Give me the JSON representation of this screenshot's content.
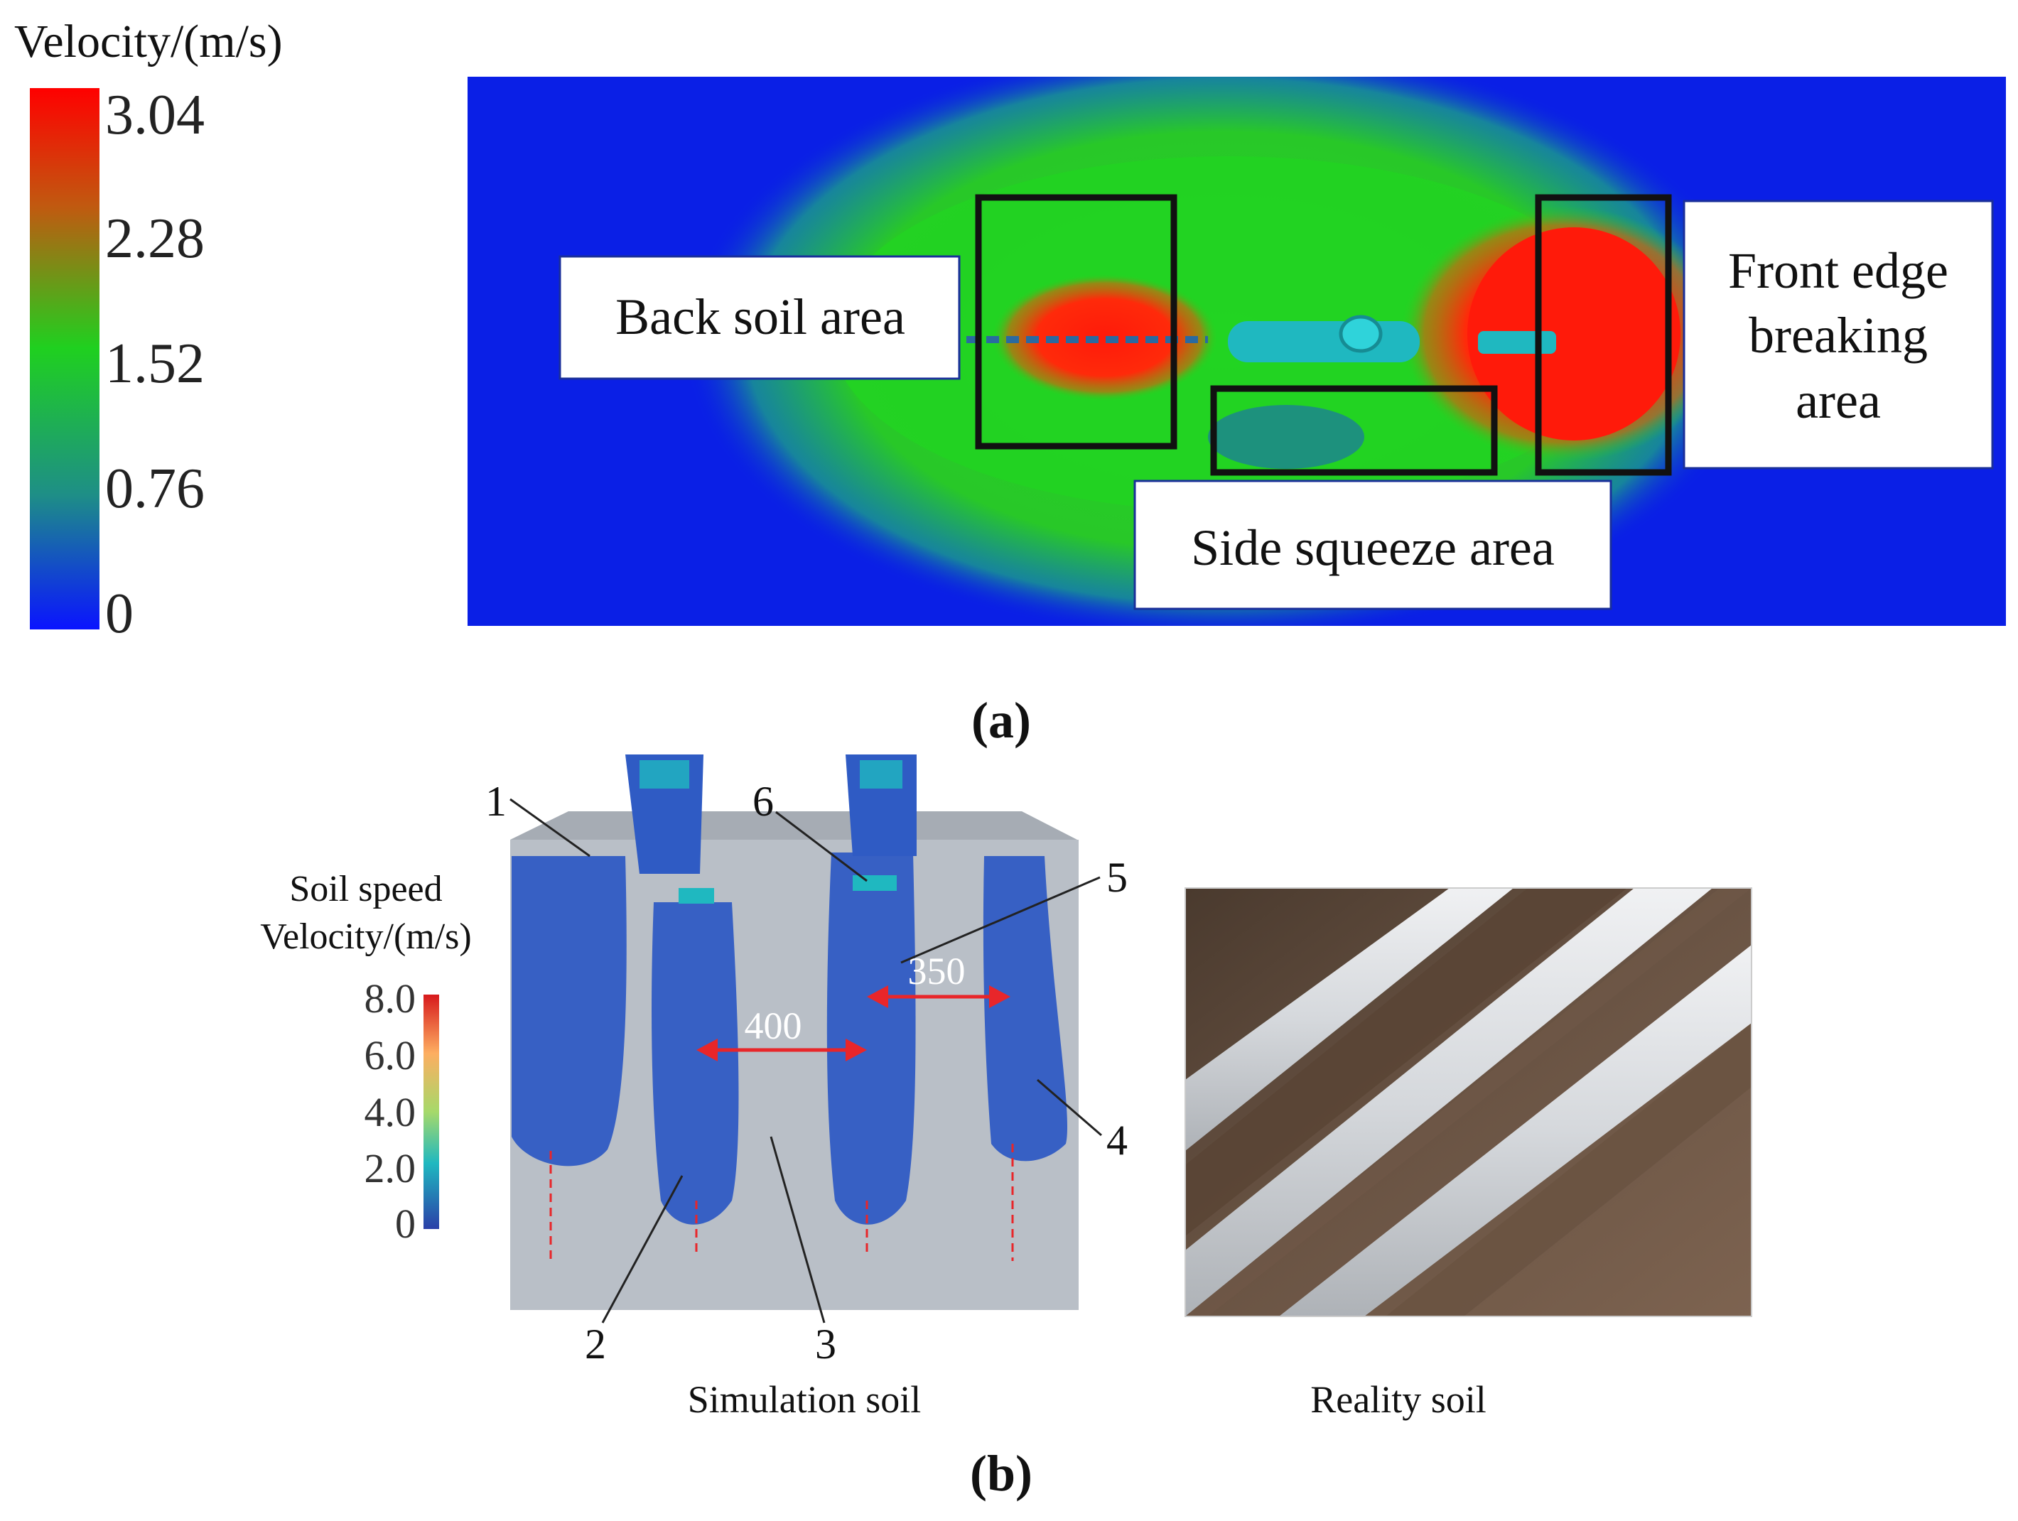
{
  "panel_a": {
    "colorbar": {
      "title": "Velocity/(m/s)",
      "ticks": [
        "3.04",
        "2.28",
        "1.52",
        "0.76",
        "0"
      ],
      "colors": [
        "#ff0000",
        "#c05a10",
        "#1fd01f",
        "#1e8f86",
        "#0a14ff"
      ]
    },
    "labels": {
      "back": "Back soil area",
      "front_line1": "Front edge",
      "front_line2": "breaking",
      "front_line3": "area",
      "side": "Side squeeze area"
    },
    "caption": "(a)"
  },
  "panel_b": {
    "colorbar": {
      "title_line1": "Soil speed",
      "title_line2": "Velocity/(m/s)",
      "ticks": [
        "8.0",
        "6.0",
        "4.0",
        "2.0",
        "0"
      ]
    },
    "callouts": [
      "1",
      "2",
      "3",
      "4",
      "5",
      "6"
    ],
    "dim_400": "400",
    "dim_350": "350",
    "sim_caption": "Simulation soil",
    "real_caption": "Reality soil",
    "caption": "(b)"
  },
  "colors": {
    "field_blue": "#0a1fe6",
    "field_green": "#22d422",
    "field_red": "#ff1a0a",
    "tool_cyan": "#1fb8c0",
    "soil_grey": "#b9bfc7",
    "particle_blue": "#2f5bc4",
    "dim_red": "#e8262a"
  }
}
